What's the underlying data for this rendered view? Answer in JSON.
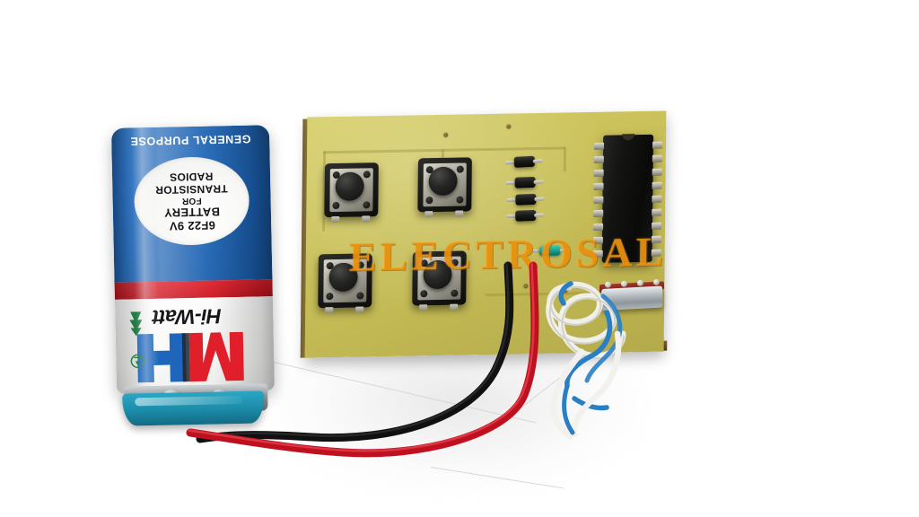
{
  "scene": {
    "title": "9V battery connected to a microcontroller PCB with four tactile push buttons",
    "background_color": "#ffffff",
    "watermark": {
      "text": "ELECTROSAL",
      "color": "#f3960c"
    }
  },
  "battery": {
    "brand_logo": "HW",
    "brand_name": "Hi-Watt",
    "top_text": "GENERAL PURPOSE",
    "label_lines": [
      "6F22 9V",
      "BATTERY",
      "FOR",
      "TRANSISTOR",
      "RADIOS"
    ],
    "orientation": "upside-down",
    "colors": {
      "blue": "#1d66bb",
      "red": "#d4161f",
      "white": "#f7f7f5",
      "logo_red": "#e01f2a",
      "logo_blue": "#1d66bb"
    },
    "connector": {
      "name": "battery-snap-connector",
      "color": "#1b8ba8",
      "wires": [
        "black",
        "red"
      ]
    }
  },
  "pcb": {
    "name": "circuit-board",
    "substrate_color": "#cdc45c",
    "edge_color": "#6e5128",
    "components": [
      {
        "type": "tactile-switch",
        "label": "button-1",
        "position": "top-left"
      },
      {
        "type": "tactile-switch",
        "label": "button-2",
        "position": "top-right"
      },
      {
        "type": "tactile-switch",
        "label": "button-3",
        "position": "bottom-left"
      },
      {
        "type": "tactile-switch",
        "label": "button-4",
        "position": "bottom-right"
      },
      {
        "type": "diode",
        "label": "diode-1"
      },
      {
        "type": "diode",
        "label": "diode-2"
      },
      {
        "type": "diode",
        "label": "diode-3"
      },
      {
        "type": "diode",
        "label": "diode-4"
      },
      {
        "type": "dip-ic",
        "label": "integrated-circuit",
        "pins": 18
      },
      {
        "type": "crystal-oscillator",
        "label": "crystal"
      },
      {
        "type": "resistor",
        "label": "resistor",
        "body_color": "#15a08c"
      }
    ]
  },
  "wires": {
    "power": [
      {
        "name": "black-wire",
        "color": "#141414"
      },
      {
        "name": "red-wire",
        "color": "#cc1322"
      }
    ],
    "signal": [
      {
        "name": "white-wire",
        "color": "#f2f1ed"
      },
      {
        "name": "blue-wire",
        "color": "#2a7fc4"
      }
    ]
  }
}
